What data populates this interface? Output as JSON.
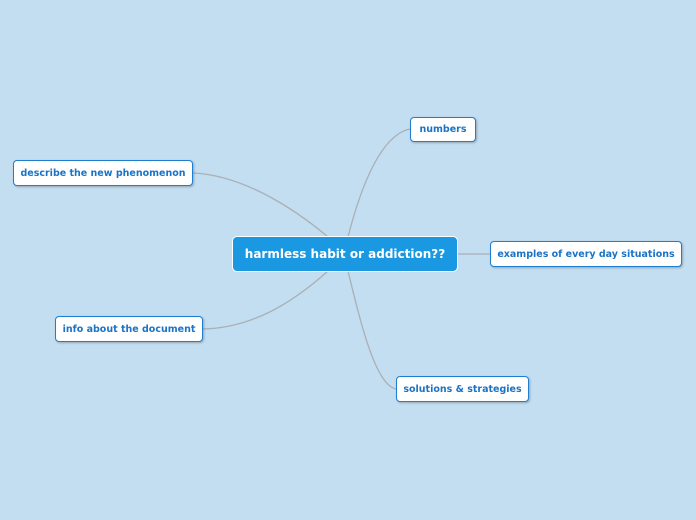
{
  "mindmap": {
    "root": {
      "label": "harmless habit or addiction??",
      "color": "#1a98e2"
    },
    "topics": [
      {
        "label": "numbers"
      },
      {
        "label": "describe the new phenomenon"
      },
      {
        "label": "examples of every day situations"
      },
      {
        "label": "info about the document"
      },
      {
        "label": "solutions & strategies"
      }
    ],
    "colors": {
      "background": "#c3ddf1",
      "node_border": "#1e7fd0",
      "node_text": "#1a73c6",
      "connector": "#a9b0b6"
    }
  }
}
